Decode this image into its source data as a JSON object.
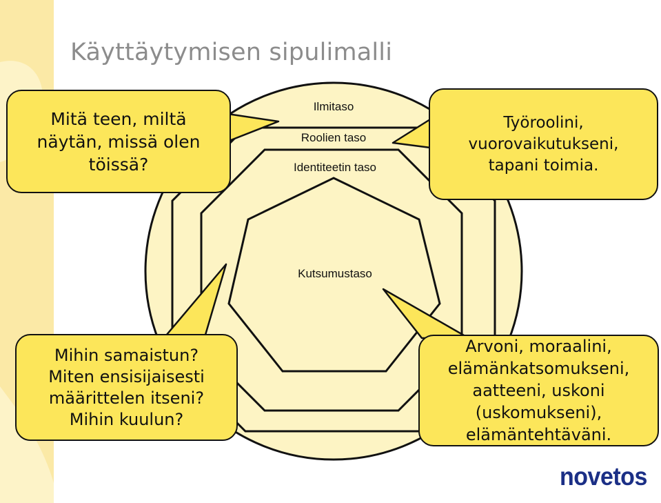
{
  "title": "Käyttäytymisen sipulimalli",
  "layers": {
    "outer": "Ilmitaso",
    "roles": "Roolien taso",
    "identity": "Identiteetin taso",
    "calling": "Kutsumustaso"
  },
  "callouts": {
    "top_left": [
      "Mitä teen, miltä",
      "näytän, missä olen",
      "töissä?"
    ],
    "top_right": [
      "Työroolini,",
      "vuorovaikutukseni,",
      "tapani toimia."
    ],
    "bottom_left": [
      "Mihin samaistun?",
      "Miten ensisijaisesti",
      "määrittelen itseni?",
      "Mihin kuulun?"
    ],
    "bottom_right": [
      "Arvoni, moraalini,",
      "elämänkatsomukseni,",
      "aatteeni, uskoni",
      "(uskomukseni),",
      "elämäntehtäväni."
    ]
  },
  "logo": "novetos",
  "colors": {
    "bubble_fill": "#fce65a",
    "onion_fill": "#fdf4c4",
    "strip": "#fbe9a6",
    "title": "#8c8c8c",
    "logo": "#1b2f86"
  }
}
